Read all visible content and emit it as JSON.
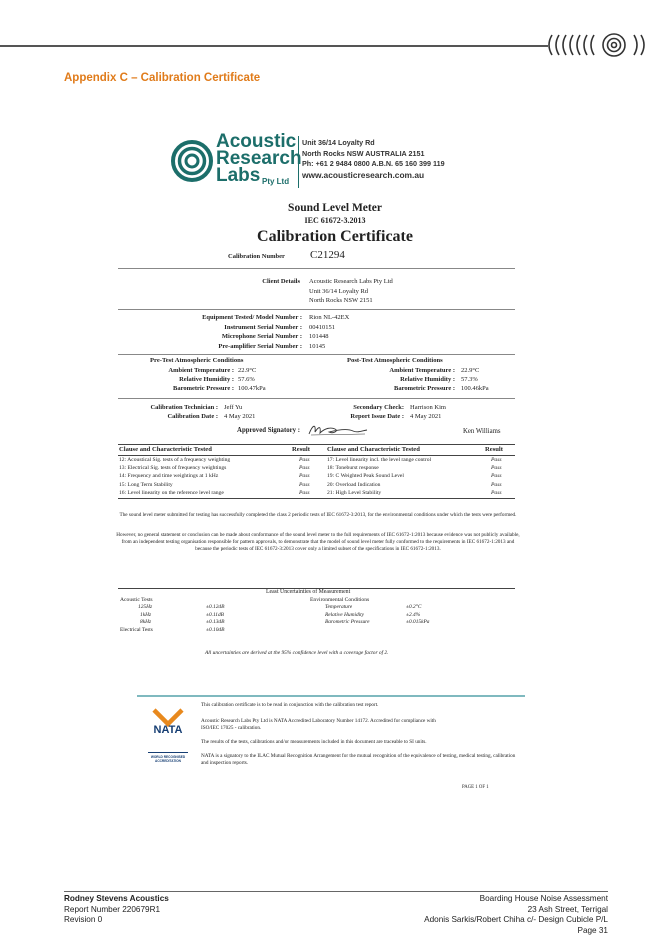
{
  "page_header": {
    "appendix_title": "Appendix C – Calibration Certificate"
  },
  "company": {
    "logo_words": [
      "Acoustic",
      "Research",
      "Labs"
    ],
    "logo_suffix": "Pty Ltd",
    "address_lines": [
      "Unit 36/14 Loyalty Rd",
      "North Rocks NSW AUSTRALIA 2151",
      "Ph: +61 2 9484 0800 A.B.N. 65 160 399 119"
    ],
    "website": "www.acousticresearch.com.au"
  },
  "certificate": {
    "device": "Sound Level Meter",
    "standard": "IEC 61672-3.2013",
    "title": "Calibration Certificate",
    "number_label": "Calibration Number",
    "number": "C21294"
  },
  "client": {
    "label": "Client Details",
    "lines": [
      "Acoustic Research Labs Pty Ltd",
      "Unit 36/14 Loyalty Rd",
      "North Rocks NSW 2151"
    ]
  },
  "equipment": [
    {
      "label": "Equipment Tested/ Model Number :",
      "value": "Rion NL-42EX"
    },
    {
      "label": "Instrument Serial Number :",
      "value": "00410151"
    },
    {
      "label": "Microphone Serial Number :",
      "value": "101448"
    },
    {
      "label": "Pre-amplifier Serial Number :",
      "value": "10145"
    }
  ],
  "atmospheric": {
    "pre_title": "Pre-Test Atmospheric Conditions",
    "post_title": "Post-Test Atmospheric Conditions",
    "pre": [
      {
        "label": "Ambient Temperature :",
        "value": "22.9°C"
      },
      {
        "label": "Relative Humidity :",
        "value": "57.6%"
      },
      {
        "label": "Barometric Pressure :",
        "value": "100.47kPa"
      }
    ],
    "post": [
      {
        "label": "Ambient Temperature :",
        "value": "22.9°C"
      },
      {
        "label": "Relative Humidity :",
        "value": "57.3%"
      },
      {
        "label": "Barometric Pressure :",
        "value": "100.46kPa"
      }
    ]
  },
  "personnel": {
    "tech_label": "Calibration Technician :",
    "tech": "Jeff Yu",
    "date_label": "Calibration Date :",
    "date": "4 May 2021",
    "check_label": "Secondary Check:",
    "check": "Harrison Kim",
    "issue_label": "Report Issue Date :",
    "issue": "4 May 2021",
    "signatory_label": "Approved Signatory :",
    "signatory": "Ken Williams"
  },
  "results": {
    "h_clause": "Clause and Characteristic Tested",
    "h_result": "Result",
    "left": [
      {
        "clause": "12: Acoustical Sig. tests of a frequency weighting",
        "result": "Pass"
      },
      {
        "clause": "13: Electrical Sig. tests of frequency weightings",
        "result": "Pass"
      },
      {
        "clause": "14: Frequency and time weightings at 1 kHz",
        "result": "Pass"
      },
      {
        "clause": "15: Long Term Stability",
        "result": "Pass"
      },
      {
        "clause": "16: Level linearity on the reference level range",
        "result": "Pass"
      }
    ],
    "right": [
      {
        "clause": "17: Level linearity incl. the level range control",
        "result": "Pass"
      },
      {
        "clause": "18: Toneburst response",
        "result": "Pass"
      },
      {
        "clause": "19: C Weighted Peak Sound Level",
        "result": "Pass"
      },
      {
        "clause": "20: Overload Indication",
        "result": "Pass"
      },
      {
        "clause": "21: High Level Stability",
        "result": "Pass"
      }
    ]
  },
  "statements": {
    "p1": "The sound level meter submitted for testing has successfully completed the class 2 periodic tests of IEC 61672-3:2013, for the environmental conditions under which the tests were performed.",
    "p2": "However, no general statement or conclusion can be made about conformance of the sound level meter to the full requirements of IEC 61672-1:2013 because evidence was not publicly available, from an independent testing organisation responsible for pattern approvals, to demonstrate that the model of sound level meter fully conformed to the requirements in IEC 61672-1:2013 and because the periodic tests of IEC 61672-3:2013 cover only a limited subset of the specifications in IEC 61672-1:2013."
  },
  "uncertainties": {
    "title": "Least Uncertainties of Measurement",
    "acoustic_label": "Acoustic Tests",
    "env_label": "Environmental Conditions",
    "rows": [
      {
        "name": "125Hz",
        "value": "±0.12dB",
        "env": "Temperature",
        "env_value": "±0.2°C"
      },
      {
        "name": "1kHz",
        "value": "±0.11dB",
        "env": "Relative Humidity",
        "env_value": "±2.4%"
      },
      {
        "name": "8kHz",
        "value": "±0.13dB",
        "env": "Barometric Pressure",
        "env_value": "±0.015kPa"
      },
      {
        "name": "Electrical Tests",
        "value": "±0.10dB",
        "env": "",
        "env_value": ""
      }
    ],
    "note": "All uncertainties are derived at the 95% confidence level with a coverage factor of 2."
  },
  "nata": {
    "logo_text": "NATA",
    "sub_text": "WORLD RECOGNISED ACCREDITATION",
    "lines": [
      "This calibration certificate is to be read in conjunction with the calibration test report.",
      "Acoustic Research Labs Pty Ltd is NATA Accredited Laboratory Number 14172. Accredited for compliance with ISO/IEC 17025 - calibration.",
      "The results of the tests, calibrations and/or measurements included in this document are traceable to SI units.",
      "NATA is a signatory to the ILAC Mutual Recognition Arrangement for the mutual recognition of the equivalence of testing, medical testing, calibration and inspection reports."
    ],
    "page_of": "PAGE 1 OF 1"
  },
  "footer": {
    "company": "Rodney Stevens Acoustics",
    "report": "Report Number 220679R1",
    "revision": "Revision 0",
    "doc_title": "Boarding House Noise Assessment",
    "address": "23 Ash Street, Terrigal",
    "client": "Adonis Sarkis/Robert Chiha c/- Design Cubicle P/L",
    "page": "Page 31"
  }
}
